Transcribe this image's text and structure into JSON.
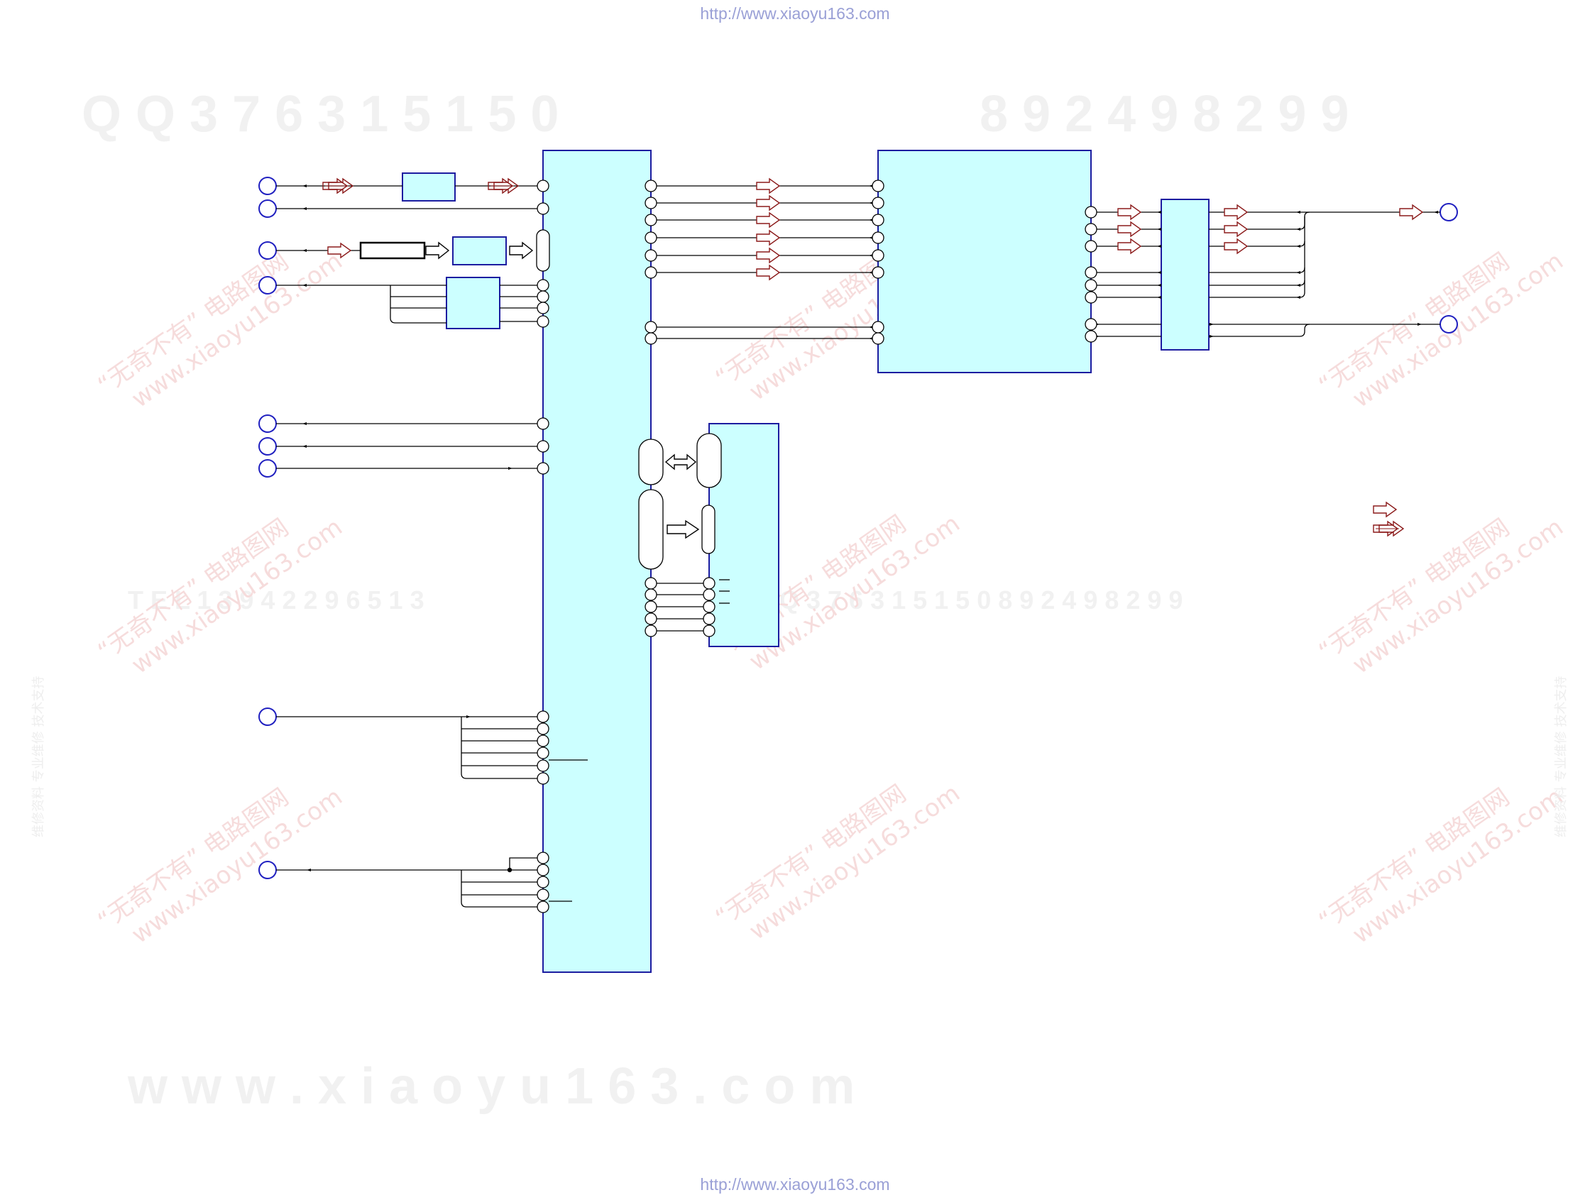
{
  "header": {
    "url": "http://www.xiaoyu163.com"
  },
  "footer": {
    "url": "http://www.xiaoyu163.com"
  },
  "watermarks": {
    "qq_line": "Q Q   3 7 6 3 1 5 1 5 0",
    "number_line": "8 9 2 4 9 8 2 9 9",
    "tel_line": "T E L  1 3 9 4 2 2 9 6 5 1 3",
    "qq_line_mid": "Q Q   3 7 6 3 1 5 1 5 0    8 9 2 4 9 8 2 9 9",
    "site_line": "w w w . x i a o y u 1 6 3 . c o m",
    "stamp_cn": "“无奇不有” 电路图网",
    "stamp_url": "www.xiaoyu163.com",
    "side_text": "维修资料 专业维修 技术支持"
  },
  "colors": {
    "block_fill": "#ccffff",
    "block_stroke": "#1c1ca0",
    "terminal_stroke": "#2020c0",
    "arrow_stroke": "#8b1a1a",
    "wire": "#000000"
  }
}
